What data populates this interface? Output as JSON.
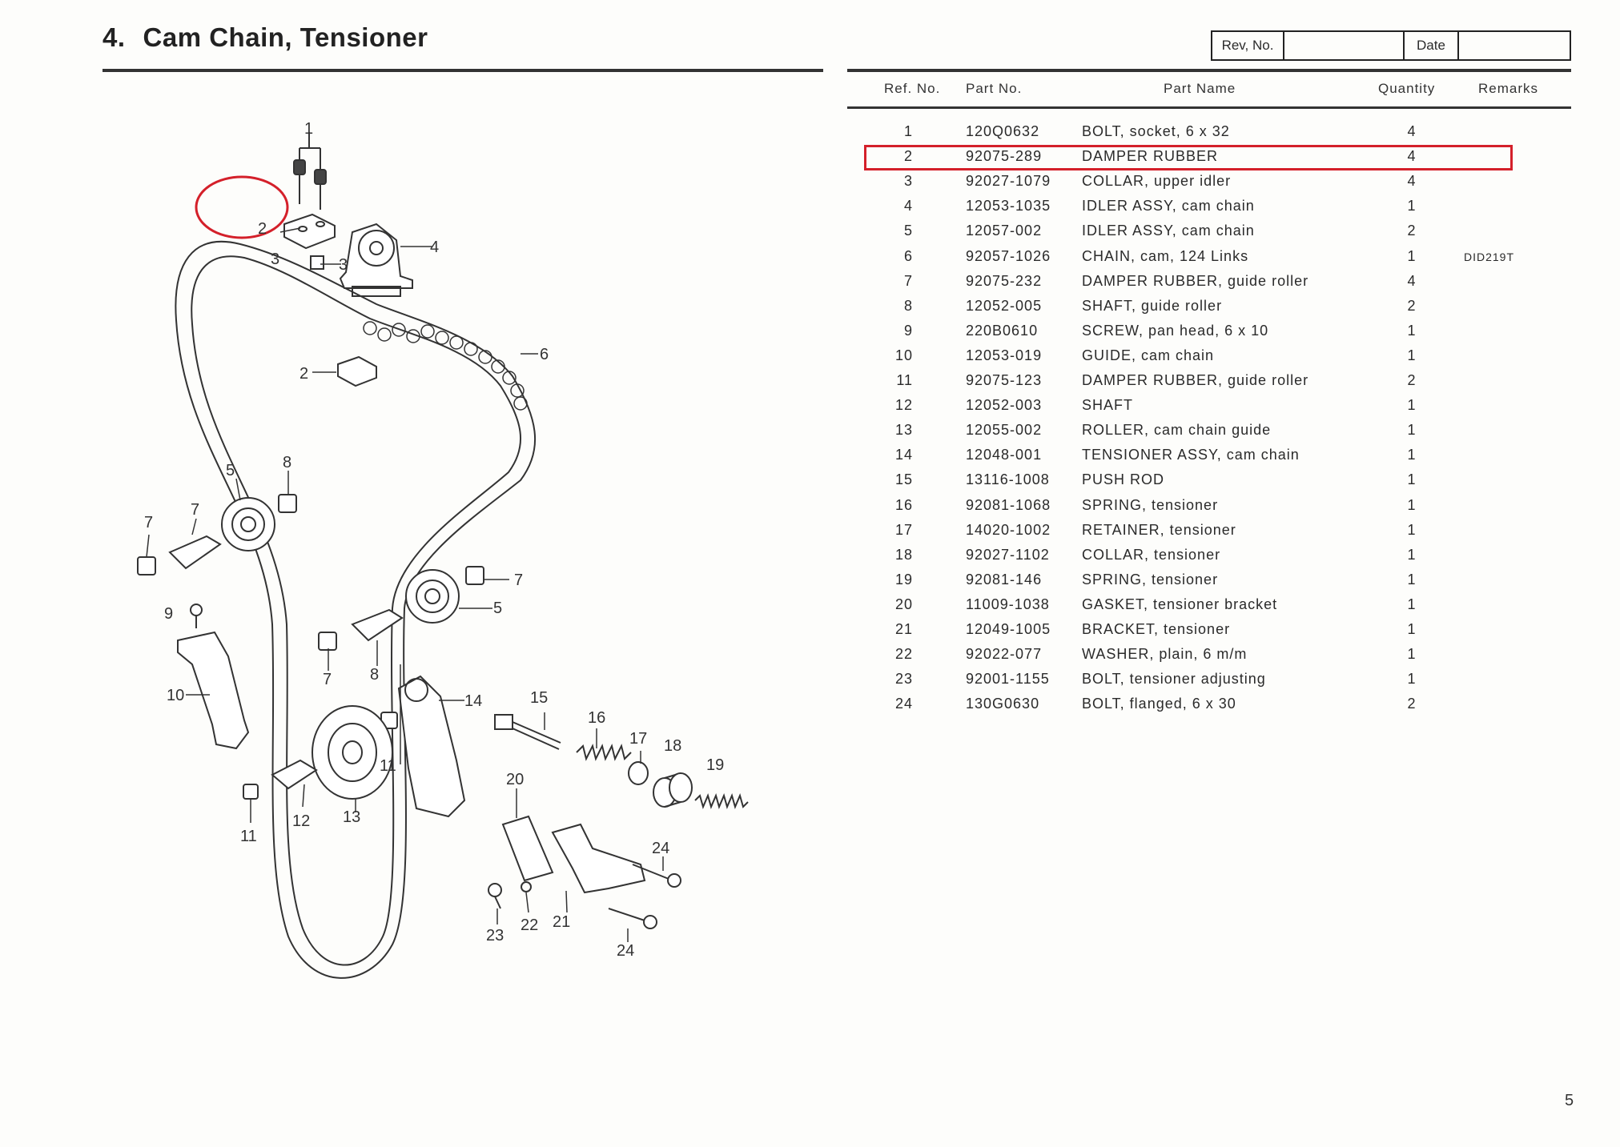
{
  "header": {
    "section_number": "4.",
    "section_title": "Cam Chain, Tensioner",
    "rev_label": "Rev,  No.",
    "rev_value": "",
    "date_label": "Date",
    "date_value": ""
  },
  "table": {
    "columns": [
      "Ref.  No.",
      "Part No.",
      "Part Name",
      "Quantity",
      "Remarks"
    ],
    "rows": [
      {
        "ref": "1",
        "part": "120Q0632",
        "name": "BOLT,  socket,  6 x 32",
        "qty": "4",
        "remarks": ""
      },
      {
        "ref": "2",
        "part": "92075-289",
        "name": "DAMPER  RUBBER",
        "qty": "4",
        "remarks": ""
      },
      {
        "ref": "3",
        "part": "92027-1079",
        "name": "COLLAR,  upper  idler",
        "qty": "4",
        "remarks": ""
      },
      {
        "ref": "4",
        "part": "12053-1035",
        "name": "IDLER  ASSY,  cam  chain",
        "qty": "1",
        "remarks": ""
      },
      {
        "ref": "5",
        "part": "12057-002",
        "name": "IDLER  ASSY,  cam  chain",
        "qty": "2",
        "remarks": ""
      },
      {
        "ref": "6",
        "part": "92057-1026",
        "name": "CHAIN,  cam,  124  Links",
        "qty": "1",
        "remarks": "DID219T"
      },
      {
        "ref": "7",
        "part": "92075-232",
        "name": "DAMPER  RUBBER,  guide  roller",
        "qty": "4",
        "remarks": ""
      },
      {
        "ref": "8",
        "part": "12052-005",
        "name": "SHAFT,  guide  roller",
        "qty": "2",
        "remarks": ""
      },
      {
        "ref": "9",
        "part": "220B0610",
        "name": "SCREW,  pan  head,  6 x 10",
        "qty": "1",
        "remarks": ""
      },
      {
        "ref": "10",
        "part": "12053-019",
        "name": "GUIDE,  cam  chain",
        "qty": "1",
        "remarks": ""
      },
      {
        "ref": "11",
        "part": "92075-123",
        "name": "DAMPER  RUBBER,  guide  roller",
        "qty": "2",
        "remarks": ""
      },
      {
        "ref": "12",
        "part": "12052-003",
        "name": "SHAFT",
        "qty": "1",
        "remarks": ""
      },
      {
        "ref": "13",
        "part": "12055-002",
        "name": "ROLLER,  cam  chain  guide",
        "qty": "1",
        "remarks": ""
      },
      {
        "ref": "14",
        "part": "12048-001",
        "name": "TENSIONER  ASSY,  cam  chain",
        "qty": "1",
        "remarks": ""
      },
      {
        "ref": "15",
        "part": "13116-1008",
        "name": "PUSH  ROD",
        "qty": "1",
        "remarks": ""
      },
      {
        "ref": "16",
        "part": "92081-1068",
        "name": "SPRING,  tensioner",
        "qty": "1",
        "remarks": ""
      },
      {
        "ref": "17",
        "part": "14020-1002",
        "name": "RETAINER,  tensioner",
        "qty": "1",
        "remarks": ""
      },
      {
        "ref": "18",
        "part": "92027-1102",
        "name": "COLLAR,  tensioner",
        "qty": "1",
        "remarks": ""
      },
      {
        "ref": "19",
        "part": "92081-146",
        "name": "SPRING,  tensioner",
        "qty": "1",
        "remarks": ""
      },
      {
        "ref": "20",
        "part": "11009-1038",
        "name": "GASKET,  tensioner  bracket",
        "qty": "1",
        "remarks": ""
      },
      {
        "ref": "21",
        "part": "12049-1005",
        "name": "BRACKET,  tensioner",
        "qty": "1",
        "remarks": ""
      },
      {
        "ref": "22",
        "part": "92022-077",
        "name": "WASHER,  plain,  6 m/m",
        "qty": "1",
        "remarks": ""
      },
      {
        "ref": "23",
        "part": "92001-1155",
        "name": "BOLT,  tensioner  adjusting",
        "qty": "1",
        "remarks": ""
      },
      {
        "ref": "24",
        "part": "130G0630",
        "name": "BOLT,  flanged,  6 x 30",
        "qty": "2",
        "remarks": ""
      }
    ],
    "highlighted_ref": "2"
  },
  "diagram": {
    "callouts": [
      "1",
      "2",
      "3",
      "4",
      "2",
      "3",
      "6",
      "5",
      "7",
      "8",
      "7",
      "9",
      "10",
      "7",
      "5",
      "8",
      "7",
      "14",
      "15",
      "16",
      "17",
      "18",
      "19",
      "11",
      "12",
      "13",
      "11",
      "20",
      "24",
      "21",
      "22",
      "23",
      "24"
    ]
  },
  "colors": {
    "highlight": "#d4202a",
    "ink": "#2b2b2b"
  },
  "page_number": "5"
}
